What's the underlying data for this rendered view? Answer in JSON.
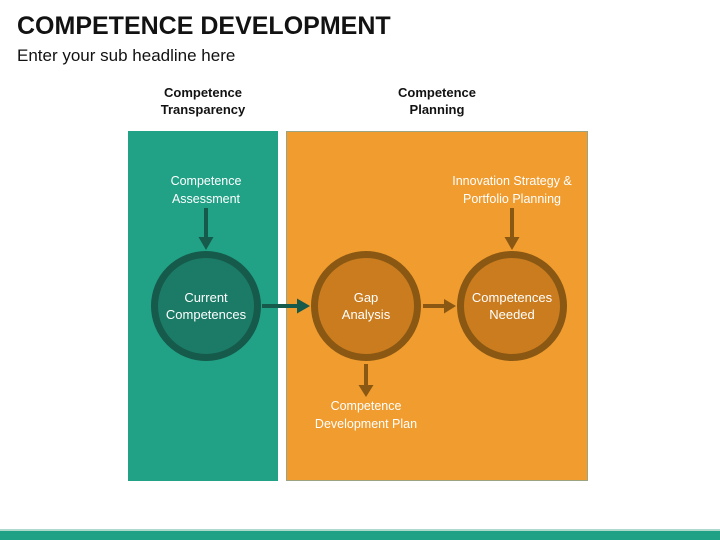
{
  "slide": {
    "title": "COMPETENCE DEVELOPMENT",
    "subtitle": "Enter your sub headline here"
  },
  "sections": {
    "transparency": {
      "header": "Competence Transparency",
      "top_label": "Competence Assessment",
      "circle_label": "Current Competences"
    },
    "planning": {
      "header": "Competence Planning",
      "top_label": "Innovation Strategy & Portfolio Planning",
      "gap_circle_label": "Gap Analysis",
      "needed_circle_label": "Competences Needed",
      "bottom_label": "Competence Development Plan"
    }
  },
  "colors": {
    "teal_panel": "#21A286",
    "teal_dark": "#155A4A",
    "teal_circle_fill": "#1B7B66",
    "orange_panel": "#F09C2F",
    "orange_dark": "#8A5813",
    "orange_circle_fill": "#CA7C1E",
    "footer_bar": "#1FA185",
    "text_dark": "#121212",
    "text_light": "#FFFFFF"
  }
}
